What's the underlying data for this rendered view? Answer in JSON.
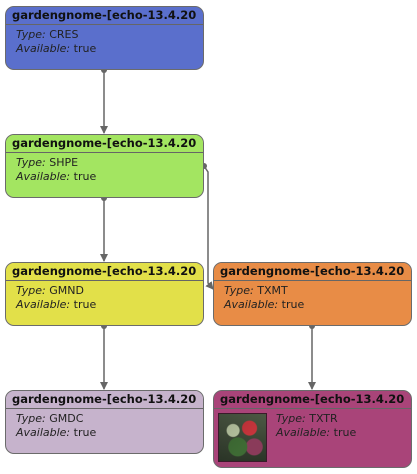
{
  "nodes": [
    {
      "id": "n1",
      "title": "gardengnome-[echo-13.4.20",
      "type_label": "Type:",
      "type_value": "CRES",
      "avail_label": "Available:",
      "avail_value": "true",
      "color": "#5a6fcc",
      "header_color": "#5a6fcc"
    },
    {
      "id": "n2",
      "title": "gardengnome-[echo-13.4.20",
      "type_label": "Type:",
      "type_value": "SHPE",
      "avail_label": "Available:",
      "avail_value": "true",
      "color": "#a3e561",
      "header_color": "#a3e561"
    },
    {
      "id": "n3",
      "title": "gardengnome-[echo-13.4.20",
      "type_label": "Type:",
      "type_value": "GMND",
      "avail_label": "Available:",
      "avail_value": "true",
      "color": "#e2e049",
      "header_color": "#e2e049"
    },
    {
      "id": "n4",
      "title": "gardengnome-[echo-13.4.20",
      "type_label": "Type:",
      "type_value": "TXMT",
      "avail_label": "Available:",
      "avail_value": "true",
      "color": "#e88c46",
      "header_color": "#e88c46"
    },
    {
      "id": "n5",
      "title": "gardengnome-[echo-13.4.20",
      "type_label": "Type:",
      "type_value": "GMDC",
      "avail_label": "Available:",
      "avail_value": "true",
      "color": "#c6b3cc",
      "header_color": "#c6b3cc"
    },
    {
      "id": "n6",
      "title": "gardengnome-[echo-13.4.20",
      "type_label": "Type:",
      "type_value": "TXTR",
      "avail_label": "Available:",
      "avail_value": "true",
      "color": "#a94479",
      "header_color": "#a94479",
      "thumbnail": "texture-thumbnail"
    }
  ],
  "edges": [
    {
      "from": "n1",
      "to": "n2"
    },
    {
      "from": "n2",
      "to": "n3"
    },
    {
      "from": "n2",
      "to": "n4"
    },
    {
      "from": "n3",
      "to": "n5"
    },
    {
      "from": "n4",
      "to": "n6"
    }
  ]
}
